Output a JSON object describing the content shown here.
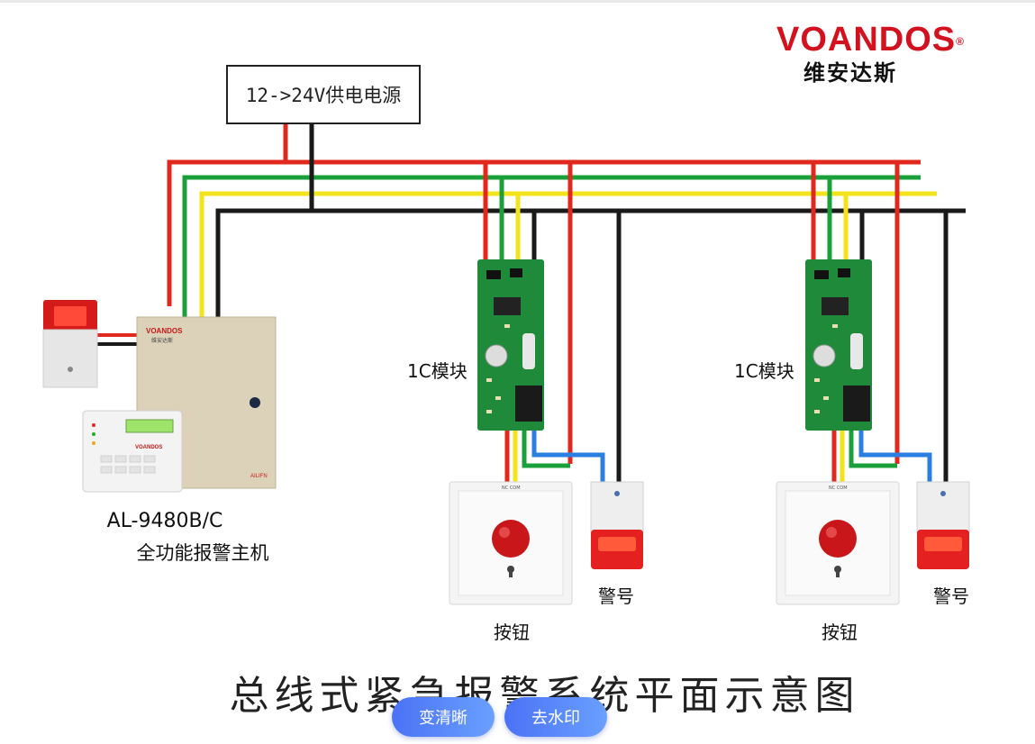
{
  "brand": {
    "name_en": "VOANDOS",
    "reg_mark": "®",
    "name_cn": "维安达斯"
  },
  "power_supply": {
    "label": "12->24V供电电源"
  },
  "host": {
    "model": "AL-9480B/C",
    "name": "全功能报警主机",
    "panel_brand": "VOANDOS",
    "panel_brand_cn": "维安达斯",
    "panel_footer": "AILIFN"
  },
  "modules": [
    {
      "label": "1C模块"
    },
    {
      "label": "1C模块"
    }
  ],
  "buttons": [
    {
      "label": "按钮",
      "terminal": "NC COM"
    },
    {
      "label": "按钮",
      "terminal": "NC COM"
    }
  ],
  "sirens": [
    {
      "label": "警号"
    },
    {
      "label": "警号"
    }
  ],
  "diagram_title": "总线式紧急报警系统平面示意图",
  "actions": {
    "sharpen": "变清晰",
    "remove_watermark": "去水印"
  },
  "wire_colors": {
    "red": "#e0281e",
    "green": "#1aa03a",
    "yellow": "#f2e31b",
    "black": "#1a1a1a",
    "blue": "#2a7fe0"
  }
}
